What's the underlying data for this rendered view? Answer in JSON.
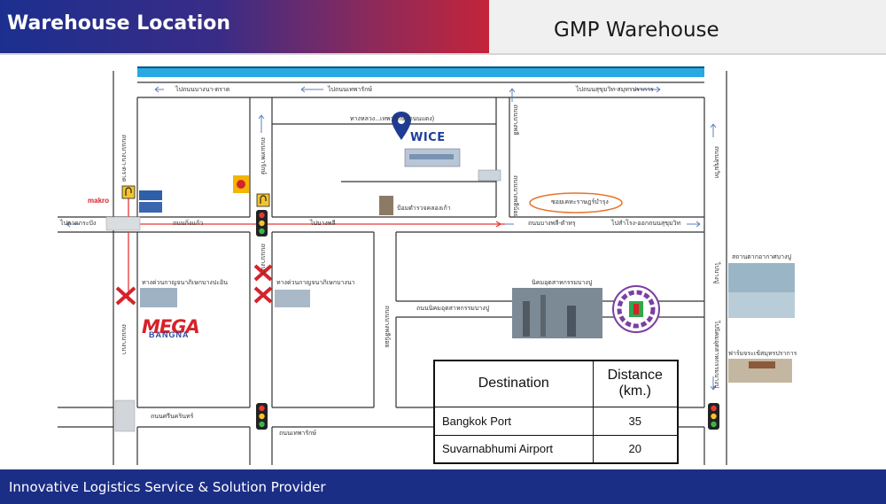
{
  "header": {
    "title": "Warehouse Location",
    "subtitle": "GMP Warehouse"
  },
  "map": {
    "road_labels": {
      "top_left": "ไปถนนบางนา-ตราด",
      "top_mid": "ไปถนนเทพารักษ์",
      "top_right": "ไปถนนสุขุมวิท-สมุทรปราการ",
      "warehouse_road": "ทางหลวง...เทพารักษ์ (ถนนแดง)",
      "mid_left": "ไปลาดกระบัง",
      "mid_road1": "ถนนกิ่งแก้ว",
      "mid_road2": "ไปบางพลี",
      "mid_right1": "ถนนบางพลี-ตำหรุ",
      "mid_right2": "ไปสำโรง-ออกถนนสุขุมวิท",
      "landmark_market": "ป้อมตำรวจคลองเก้า",
      "landmark_campus": "ซอยเคหะราษฎร์บำรุง",
      "estate": "นิคมอุตสาหกรรมบางปู",
      "estate_road": "ถนนนิคมอุตสาหกรรมบางปู",
      "bottom_road1": "ถนนศรีนครินทร์",
      "bottom_road2": "ถนนเทพารักษ์",
      "exp_left": "ทางด่วนกาญจนาภิเษกบางปะอิน",
      "exp_mid": "ทางด่วนกาญจนาภิเษกบางนา",
      "side_right_top": "สถานตากอากาศบางปู",
      "side_right_bottom": "ฟาร์มจระเข้สมุทรปราการ",
      "vert_left": "ถนนบางนา",
      "vert_mid": "ถนนเทพารักษ์",
      "vert_mid2": "ถนนบางพลี",
      "vert_right": "ถนนสุขุมวิท",
      "vert_far_right": "ไปบางปู",
      "vert_center": "ถนนบางพลีน้อย",
      "vert_far_right2": "ไปนิคมอุตสาหกรรมบางปู",
      "vert_left2": "ถนนบางนา-ตราด",
      "vert_mid3": "ถนนบางนา"
    },
    "logos": {
      "wice": "WICE",
      "mega": "MEGA",
      "mega_sub": "BANGNA",
      "makro": "makro"
    },
    "colors": {
      "road": "#333333",
      "route": "#e53935",
      "river": "#29a9e1",
      "pin": "#1f3b93"
    }
  },
  "distance_table": {
    "headers": [
      "Destination",
      "Distance (km.)"
    ],
    "rows": [
      {
        "destination": "Bangkok Port",
        "distance": "35"
      },
      {
        "destination": "Suvarnabhumi Airport",
        "distance": "20"
      }
    ]
  },
  "footer": {
    "tagline": "Innovative Logistics Service & Solution Provider"
  }
}
